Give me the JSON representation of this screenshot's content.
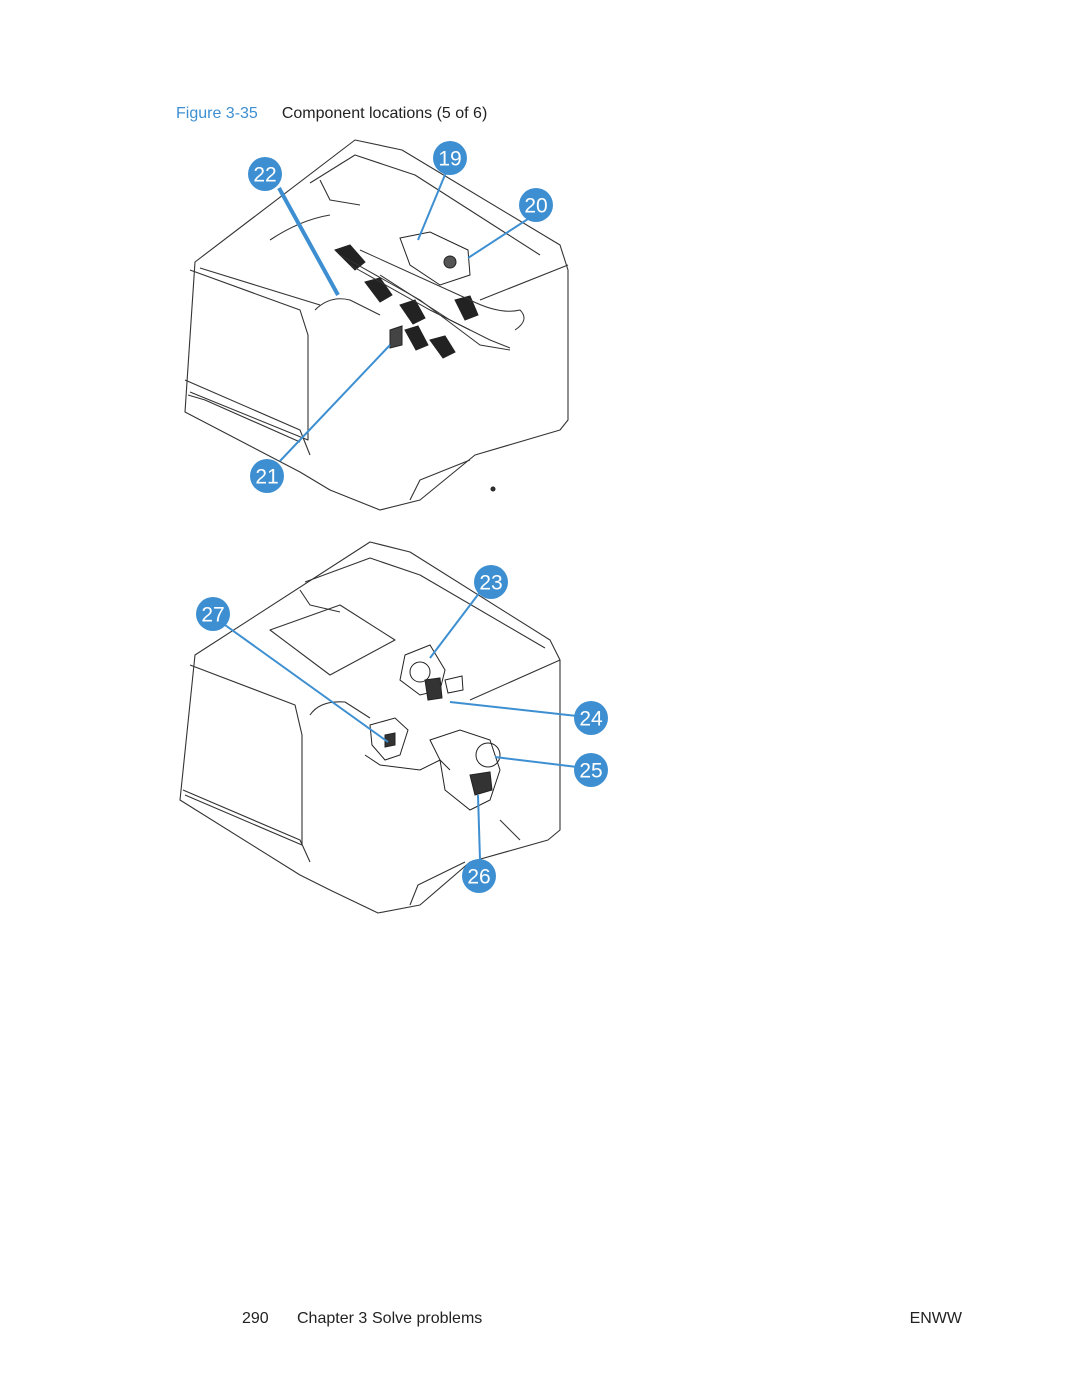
{
  "caption": {
    "figure_label": "Figure 3-35",
    "title": "Component locations (5 of 6)"
  },
  "callouts_upper": [
    "22",
    "19",
    "20",
    "21"
  ],
  "callouts_lower": [
    "27",
    "23",
    "24",
    "25",
    "26"
  ],
  "colors": {
    "accent": "#3d8fd1",
    "callout_fill": "#3d8fd1",
    "line_art": "#333333"
  },
  "footer": {
    "page_number": "290",
    "chapter": "Chapter 3",
    "chapter_title": "Solve problems",
    "right_tag": "ENWW"
  }
}
